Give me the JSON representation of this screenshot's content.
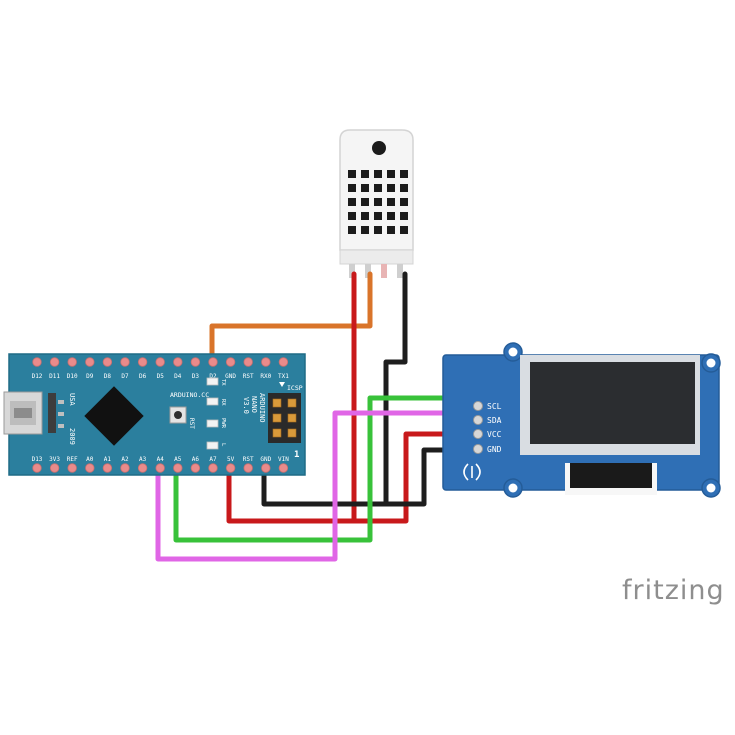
{
  "nano": {
    "top_pins": [
      "D12",
      "D11",
      "D10",
      "D9",
      "D8",
      "D7",
      "D6",
      "D5",
      "D4",
      "D3",
      "D2",
      "GND",
      "RST",
      "RX0",
      "TX1"
    ],
    "bottom_pins": [
      "D13",
      "3V3",
      "REF",
      "A0",
      "A1",
      "A2",
      "A3",
      "A4",
      "A5",
      "A6",
      "A7",
      "5V",
      "RST",
      "GND",
      "VIN"
    ],
    "brand_text": "ARDUINO.CC",
    "model_lines": [
      "ARDUINO",
      "NANO",
      "V3.0"
    ],
    "usa_text": "USA",
    "year_text": "2009",
    "icsp_text": "ICSP",
    "rst_text": "RST",
    "led_labels": [
      "TX",
      "RX",
      "PWR",
      "L"
    ],
    "pin_one_text": "1"
  },
  "oled": {
    "pins": [
      "SCL",
      "SDA",
      "VCC",
      "GND"
    ]
  },
  "watermark": "fritzing",
  "colors": {
    "board": "#2b7f9e",
    "oled_board": "#2f6fb5",
    "sensor": "#f4f4f4",
    "wire_orange": "#d9742a",
    "wire_red": "#c8191b",
    "wire_black": "#1e1e1e",
    "wire_green": "#38c23a",
    "wire_magenta": "#e066e6"
  }
}
